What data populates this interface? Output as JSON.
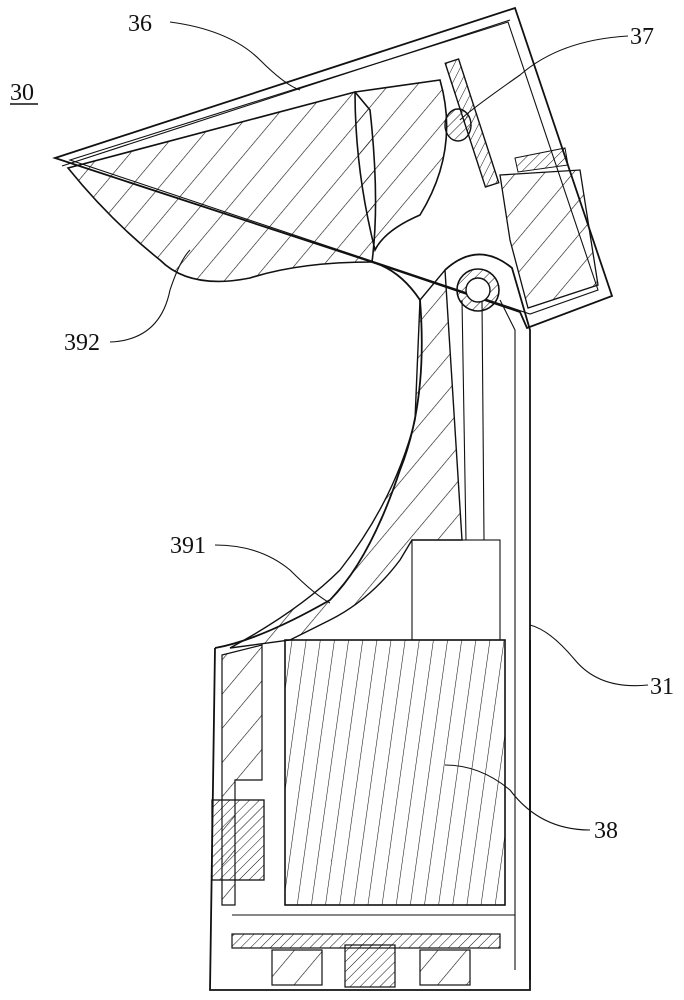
{
  "figure": {
    "ref_main": "30",
    "labels": {
      "housing_top": "36",
      "light_source": "37",
      "reflector_lower": "392",
      "reflector_upper": "391",
      "body": "31",
      "battery": "38"
    }
  }
}
